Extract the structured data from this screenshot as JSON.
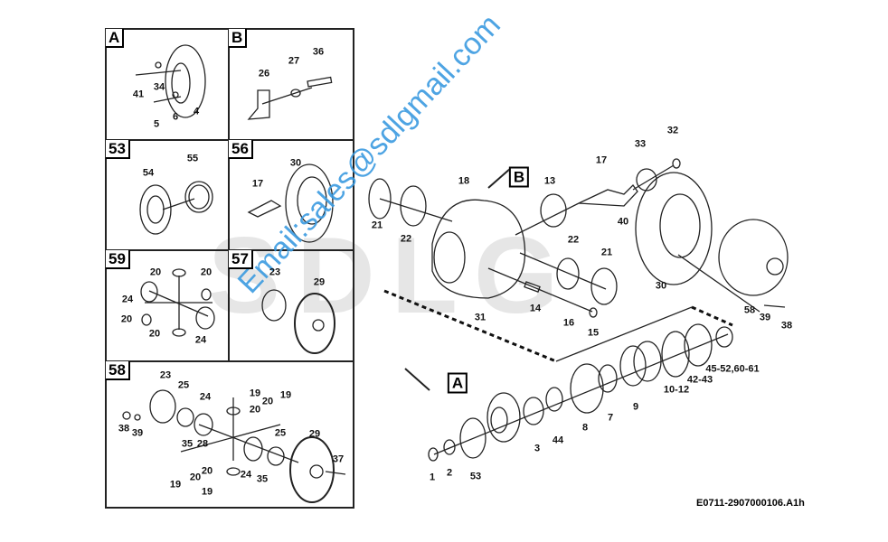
{
  "watermark": {
    "logo": "SDLG",
    "email": "Email:sales@sdlgmail.com"
  },
  "footer": "E0711-2907000106.A1h",
  "panels": {
    "A": {
      "title": "A",
      "labels": [
        "41",
        "34",
        "5",
        "6",
        "4"
      ]
    },
    "B": {
      "title": "B",
      "labels": [
        "26",
        "27",
        "36"
      ]
    },
    "p53": {
      "title": "53",
      "labels": [
        "54",
        "55"
      ]
    },
    "p56": {
      "title": "56",
      "labels": [
        "17",
        "30"
      ]
    },
    "p59": {
      "title": "59",
      "labels": [
        "20",
        "20",
        "24",
        "20",
        "20",
        "24"
      ]
    },
    "p57": {
      "title": "57",
      "labels": [
        "23",
        "29"
      ]
    },
    "p58": {
      "title": "58",
      "labels": [
        "23",
        "25",
        "24",
        "19",
        "20",
        "20",
        "19",
        "38",
        "39",
        "35",
        "28",
        "25",
        "29",
        "37",
        "20",
        "24",
        "35",
        "19",
        "20",
        "19"
      ]
    }
  },
  "main": {
    "callout_boxes": [
      "B",
      "A"
    ],
    "labels": [
      "21",
      "22",
      "18",
      "13",
      "17",
      "33",
      "32",
      "40",
      "22",
      "21",
      "30",
      "58",
      "39",
      "38",
      "31",
      "14",
      "16",
      "15",
      "45-52,60-61",
      "42-43",
      "10-12",
      "9",
      "7",
      "8",
      "44",
      "3",
      "53",
      "2",
      "1"
    ]
  }
}
